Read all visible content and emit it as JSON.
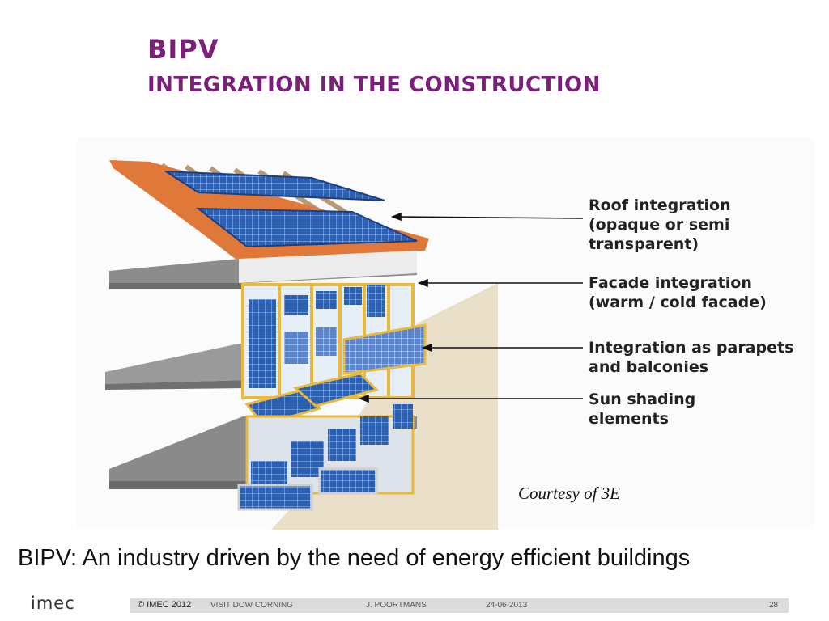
{
  "slide": {
    "title": "BIPV",
    "subtitle": "INTEGRATION IN THE CONSTRUCTION",
    "caption": "BIPV:  An industry driven by the need of energy efficient buildings"
  },
  "figure": {
    "callouts": [
      {
        "text": "Roof integration\n(opaque or  semi\ntransparent)"
      },
      {
        "text": "Facade integration\n(warm / cold facade)"
      },
      {
        "text": "Integration as parapets\nand balconies"
      },
      {
        "text": "Sun shading\nelements"
      }
    ],
    "credit": "Courtesy of 3E"
  },
  "footer": {
    "logo": "imec",
    "copyright": "© IMEC 2012",
    "event": "VISIT DOW CORNING",
    "author": "J. POORTMANS",
    "date": "24-06-2013",
    "page": "28"
  },
  "colors": {
    "title": "#7a1f7a",
    "pv_panel": "#2b5fb3",
    "frame": "#e8b93c",
    "roof_trim": "#e0783a",
    "floor_slab": "#8c8c8c"
  }
}
